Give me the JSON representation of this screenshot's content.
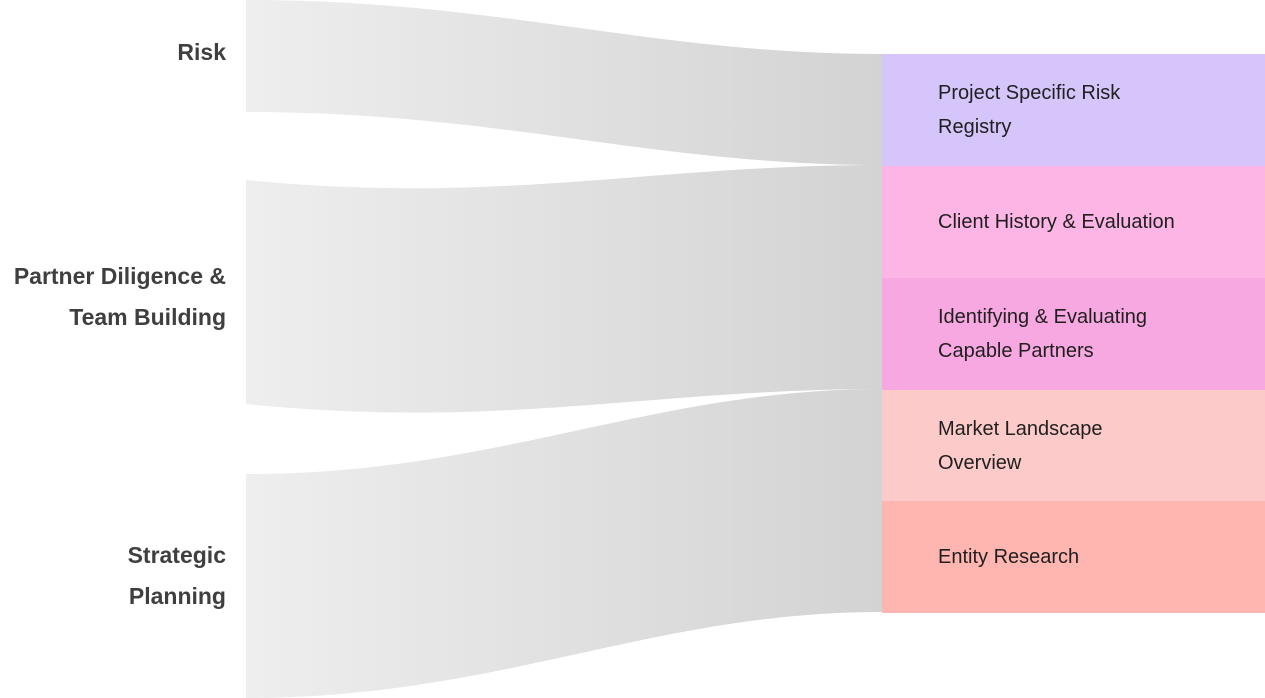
{
  "categories": [
    {
      "label_lines": [
        "Risk"
      ]
    },
    {
      "label_lines": [
        "Partner Diligence &",
        "Team Building"
      ]
    },
    {
      "label_lines": [
        "Strategic",
        "Planning"
      ]
    }
  ],
  "targets": [
    {
      "label": "Project Specific Risk Registry",
      "color": "#d5c5fb"
    },
    {
      "label": "Client History & Evaluation",
      "color": "#fcb5e5"
    },
    {
      "label": "Identifying & Evaluating Capable Partners",
      "color": "#f8a8e1"
    },
    {
      "label": "Market Landscape Overview",
      "color": "#fdcaca"
    },
    {
      "label": "Entity Research",
      "color": "#ffb5b0"
    }
  ],
  "colors": {
    "flow_start": "#efeeee",
    "flow_end": "#d3d3d3",
    "label_text": "#3f3f3f"
  }
}
